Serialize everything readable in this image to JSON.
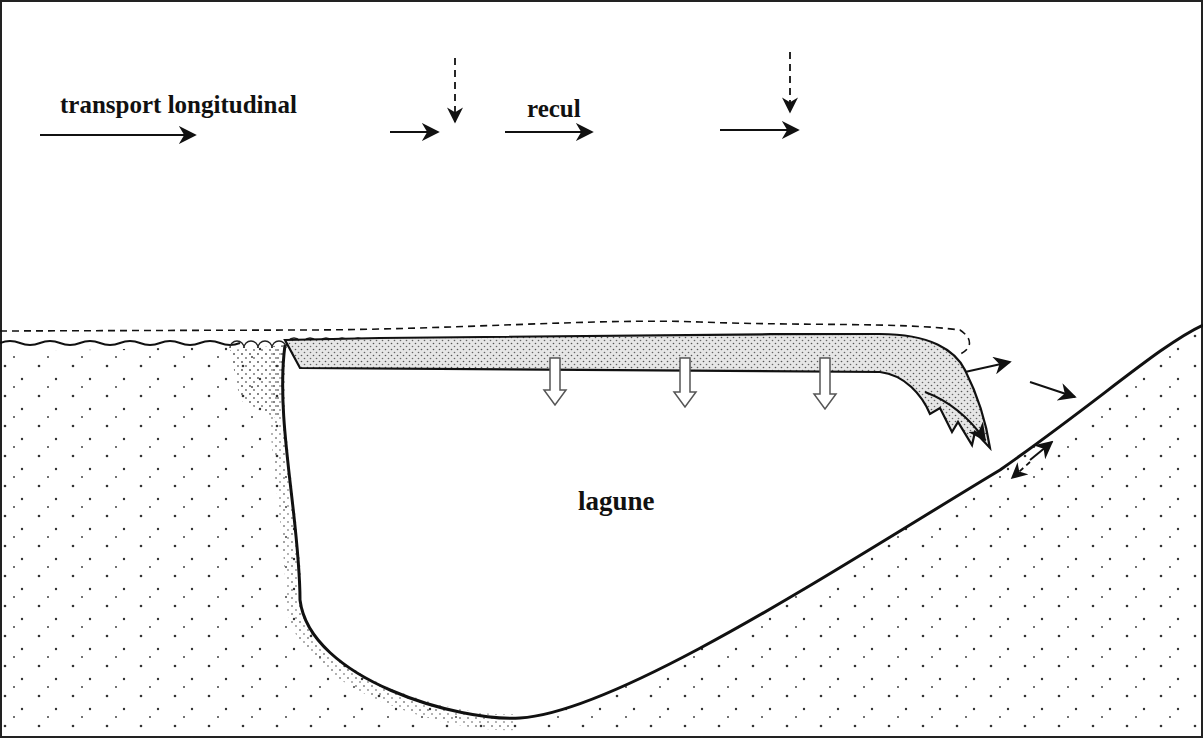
{
  "diagram": {
    "labels": [
      "transport longitudinal",
      "recul",
      "lagune"
    ]
  }
}
